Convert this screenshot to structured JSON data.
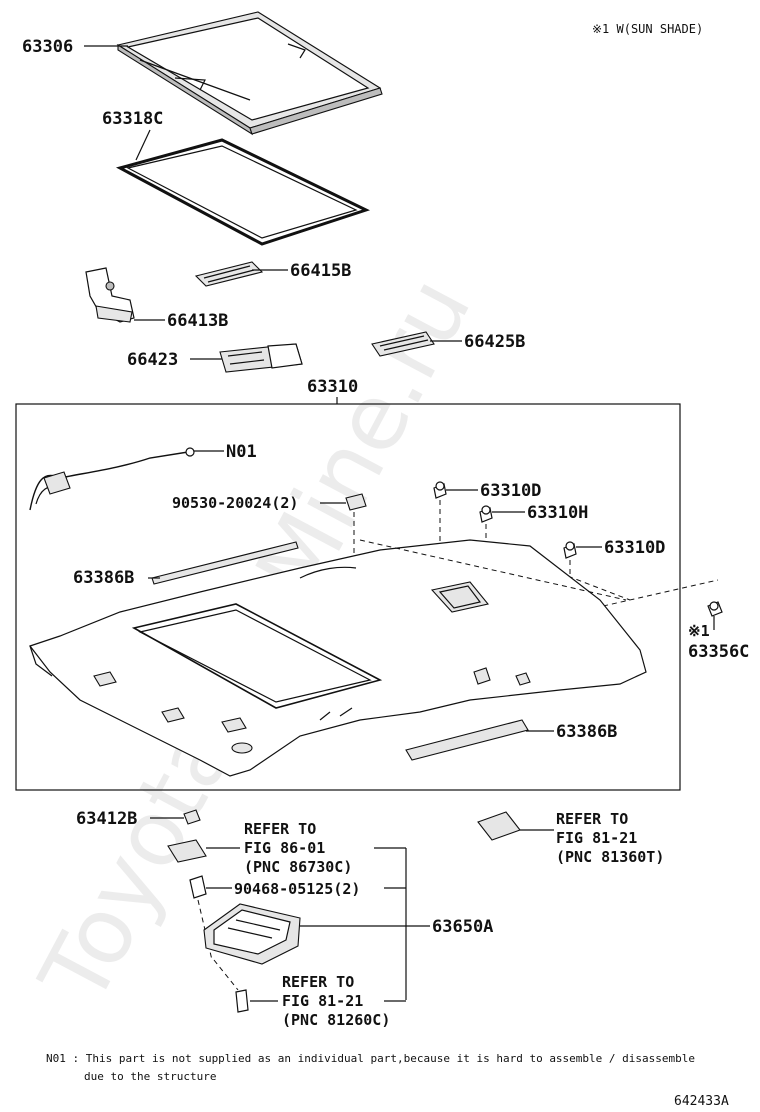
{
  "header_note": "※1 W(SUN SHADE)",
  "labels": {
    "p63306": "63306",
    "p63318c": "63318C",
    "p66415b": "66415B",
    "p66413b": "66413B",
    "p66425b": "66425B",
    "p66423": "66423",
    "p63310": "63310",
    "n01": "N01",
    "p90530": "90530-20024(2)",
    "p63310d_a": "63310D",
    "p63310h": "63310H",
    "p63310d_b": "63310D",
    "p63386b_a": "63386B",
    "note_mark": "※1",
    "p63356c": "63356C",
    "p63386b_b": "63386B",
    "p63412b": "63412B",
    "ref1_l1": "REFER TO",
    "ref1_l2": "FIG 86-01",
    "ref1_l3": "(PNC 86730C)",
    "p90468": "90468-05125(2)",
    "p63650a": "63650A",
    "ref2_l1": "REFER TO",
    "ref2_l2": "FIG 81-21",
    "ref2_l3": "(PNC 81260C)",
    "ref3_l1": "REFER TO",
    "ref3_l2": "FIG 81-21",
    "ref3_l3": "(PNC 81360T)"
  },
  "footnote": {
    "line1": "N01 : This part is not supplied as an individual part,because it is hard to assemble / disassemble",
    "line2": "due to the structure"
  },
  "diagram_id": "642433A",
  "watermark": "ToyotaCarMine.ru"
}
